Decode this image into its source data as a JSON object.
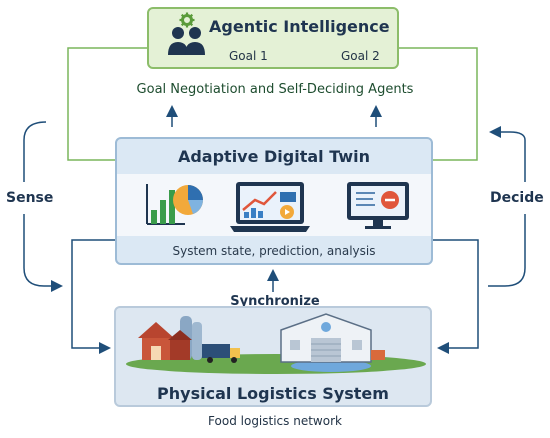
{
  "agentic": {
    "title": "Agentic Intelligence",
    "goal1": "Goal 1",
    "goal2": "Goal 2"
  },
  "goal_negotiation": "Goal Negotiation and Self-Deciding Agents",
  "twin": {
    "title": "Adaptive Digital Twin",
    "caption": "System state, prediction, analysis"
  },
  "sense_label": "Sense",
  "decide_label": "Decide",
  "synchronize_label": "Synchronize",
  "physical": {
    "title": "Physical Logistics System"
  },
  "food_label": "Food logistics network",
  "icons": [
    "gear-icon",
    "people-icon",
    "bar-pie-chart-icon",
    "laptop-dashboard-icon",
    "monitor-alert-icon",
    "farm-icon",
    "truck-icon",
    "warehouse-icon"
  ],
  "colors": {
    "green_line": "#7ab55c",
    "blue_arrow": "#1f4e79",
    "agentic_fill": "#e4f1d6",
    "twin_fill": "#dbe8f4"
  }
}
